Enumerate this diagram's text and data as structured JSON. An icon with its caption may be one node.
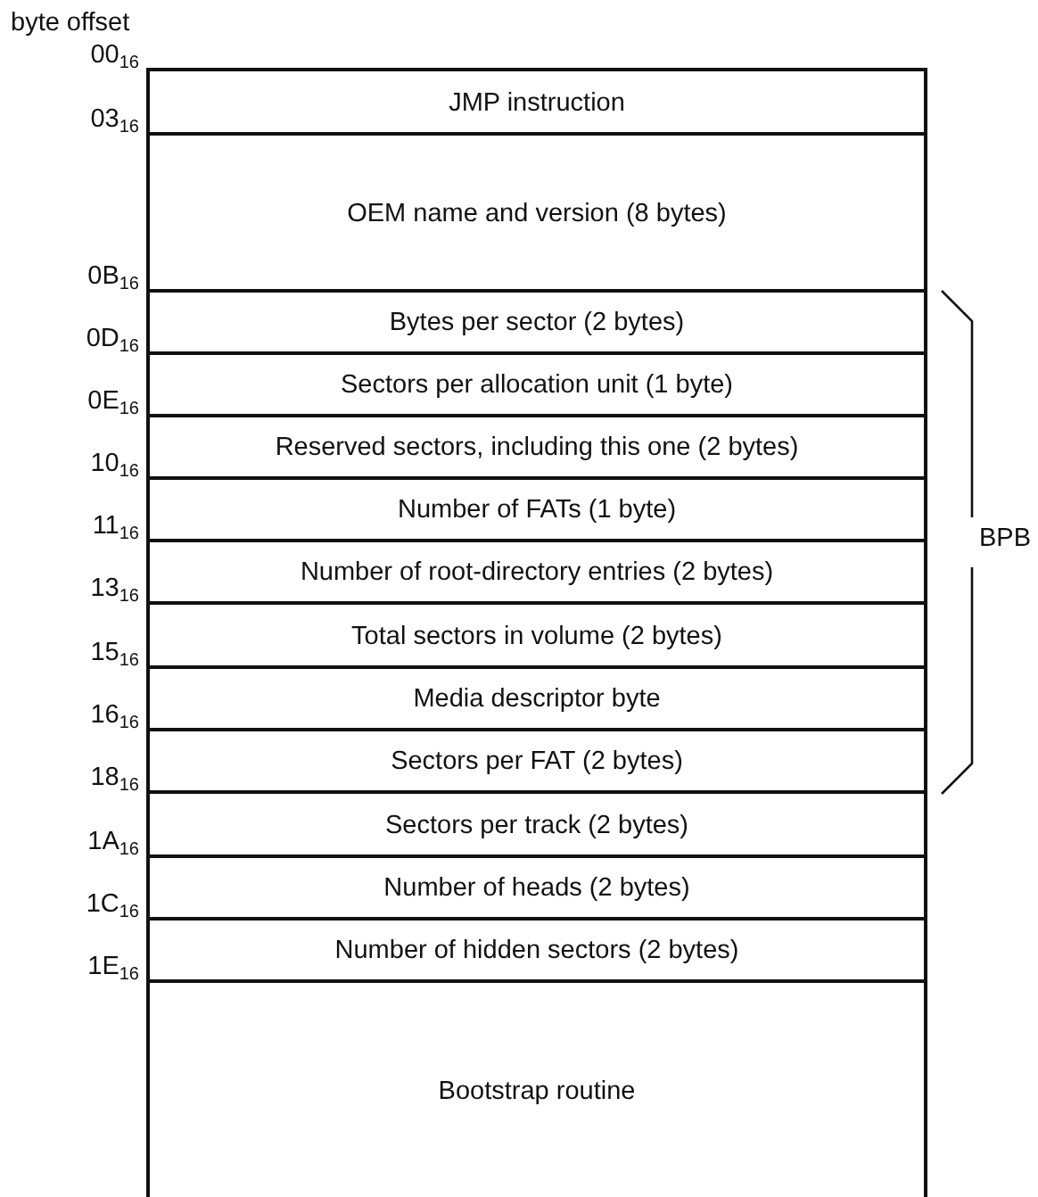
{
  "diagram": {
    "nodes": [
      {
        "text": [
          "JMP instruction"
        ]
      },
      {
        "text": [
          "OEM name and version (8 bytes)"
        ]
      },
      {
        "text": [
          "Bytes per sector (2 bytes)"
        ]
      },
      {
        "text": [
          "Sectors per allocation unit (1 byte)"
        ]
      },
      {
        "text": [
          "Reserved sectors, including this one (2 bytes)"
        ]
      },
      {
        "text": [
          "Number of FATs (1 byte)"
        ]
      },
      {
        "text": [
          "Number of root-directory entries (2 bytes)"
        ]
      },
      {
        "text": [
          "Total sectors in volume (2 bytes)"
        ]
      },
      {
        "text": [
          "Media descriptor byte"
        ]
      },
      {
        "text": [
          "Sectors per FAT (2 bytes)"
        ]
      },
      {
        "text": [
          "Sectors per track (2 bytes)"
        ]
      },
      {
        "text": [
          "Number of heads (2 bytes)"
        ]
      },
      {
        "text": [
          "Number of hidden sectors (2 bytes)"
        ]
      },
      {
        "text": [
          "Bootstrap routine"
        ]
      }
    ],
    "labels": [
      "byte offset",
      "00$_{16}$",
      "03$_{16}$",
      "0B$_{16}$",
      "0D$_{16}$",
      "0E$_{16}$",
      "10$_{16}$",
      "11$_{16}$",
      "13$_{16}$",
      "15$_{16}$",
      "16$_{16}$",
      "18$_{16}$",
      "1A$_{16}$",
      "1C$_{16}$",
      "1E$_{16}$",
      "BPB"
    ]
  }
}
